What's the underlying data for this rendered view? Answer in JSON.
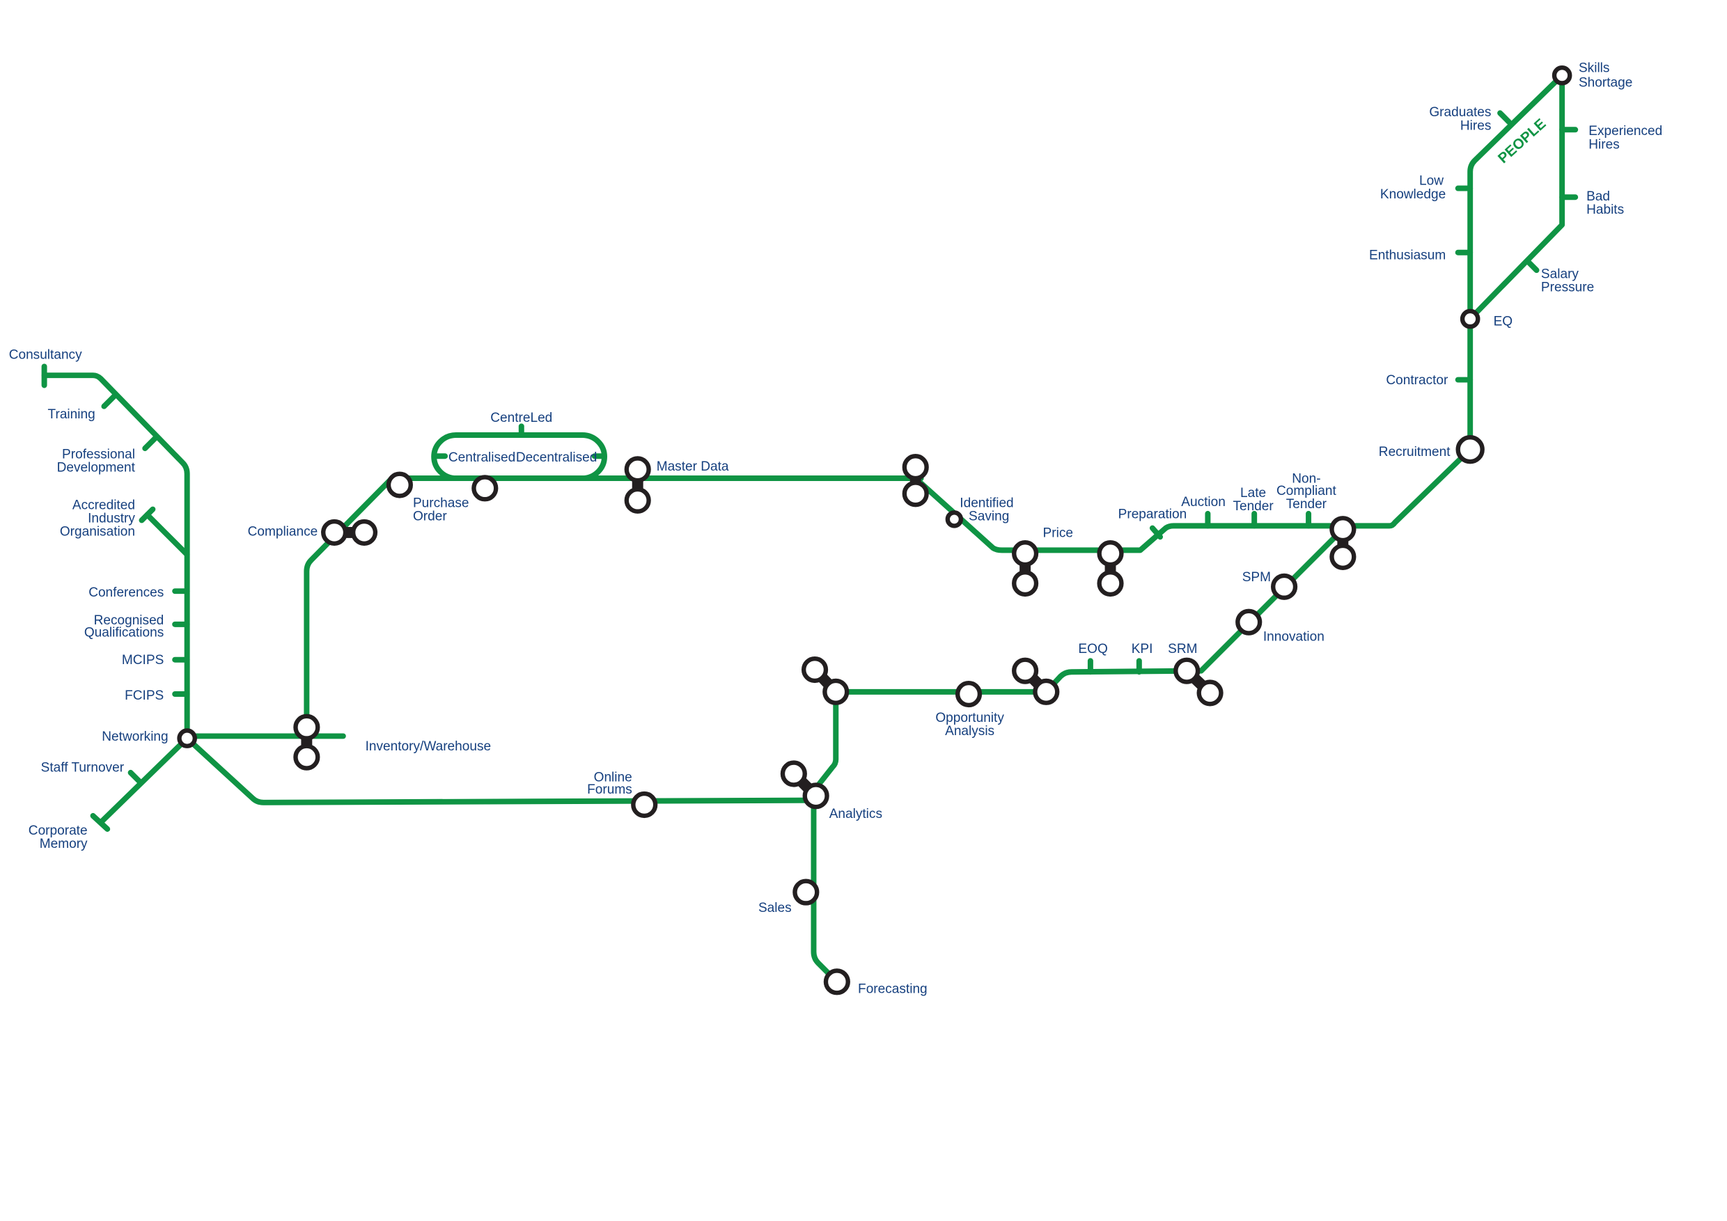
{
  "colors": {
    "line": "#0f9444",
    "station": "#231f20",
    "label": "#16407f"
  },
  "line_name": "PEOPLE",
  "labels": {
    "consultancy": [
      "Consultancy"
    ],
    "training": [
      "Training"
    ],
    "professional_development": [
      "Professional",
      "Development"
    ],
    "accredited": [
      "Accredited",
      "Industry",
      "Organisation"
    ],
    "conferences": [
      "Conferences"
    ],
    "recognised": [
      "Recognised",
      "Qualifications"
    ],
    "mcips": [
      "MCIPS"
    ],
    "fcips": [
      "FCIPS"
    ],
    "networking": [
      "Networking"
    ],
    "staff_turnover": [
      "Staff Turnover"
    ],
    "corporate_memory": [
      "Corporate",
      "Memory"
    ],
    "inventory": [
      "Inventory/Warehouse"
    ],
    "compliance": [
      "Compliance"
    ],
    "purchase_order": [
      "Purchase",
      "Order"
    ],
    "centreled": [
      "CentreLed"
    ],
    "centralised": [
      "Centralised"
    ],
    "decentralised": [
      "Decentralised"
    ],
    "master_data": [
      "Master Data"
    ],
    "identified_saving": [
      "Identified",
      "Saving"
    ],
    "price": [
      "Price"
    ],
    "preparation": [
      "Preparation"
    ],
    "auction": [
      "Auction"
    ],
    "late_tender": [
      "Late",
      "Tender"
    ],
    "non_compliant": [
      "Non-",
      "Compliant",
      "Tender"
    ],
    "recruitment": [
      "Recruitment"
    ],
    "contractor": [
      "Contractor"
    ],
    "eq": [
      "EQ"
    ],
    "enthusiasum": [
      "Enthusiasum"
    ],
    "low_knowledge": [
      "Low",
      "Knowledge"
    ],
    "graduates": [
      "Graduates",
      "Hires"
    ],
    "skills_shortage": [
      "Skills",
      "Shortage"
    ],
    "experienced": [
      "Experienced",
      "Hires"
    ],
    "bad_habits": [
      "Bad",
      "Habits"
    ],
    "salary": [
      "Salary",
      "Pressure"
    ],
    "spm": [
      "SPM"
    ],
    "innovation": [
      "Innovation"
    ],
    "srm": [
      "SRM"
    ],
    "kpi": [
      "KPI"
    ],
    "eoq": [
      "EOQ"
    ],
    "opportunity": [
      "Opportunity",
      "Analysis"
    ],
    "online_forums": [
      "Online",
      "Forums"
    ],
    "analytics": [
      "Analytics"
    ],
    "sales": [
      "Sales"
    ],
    "forecasting": [
      "Forecasting"
    ]
  }
}
